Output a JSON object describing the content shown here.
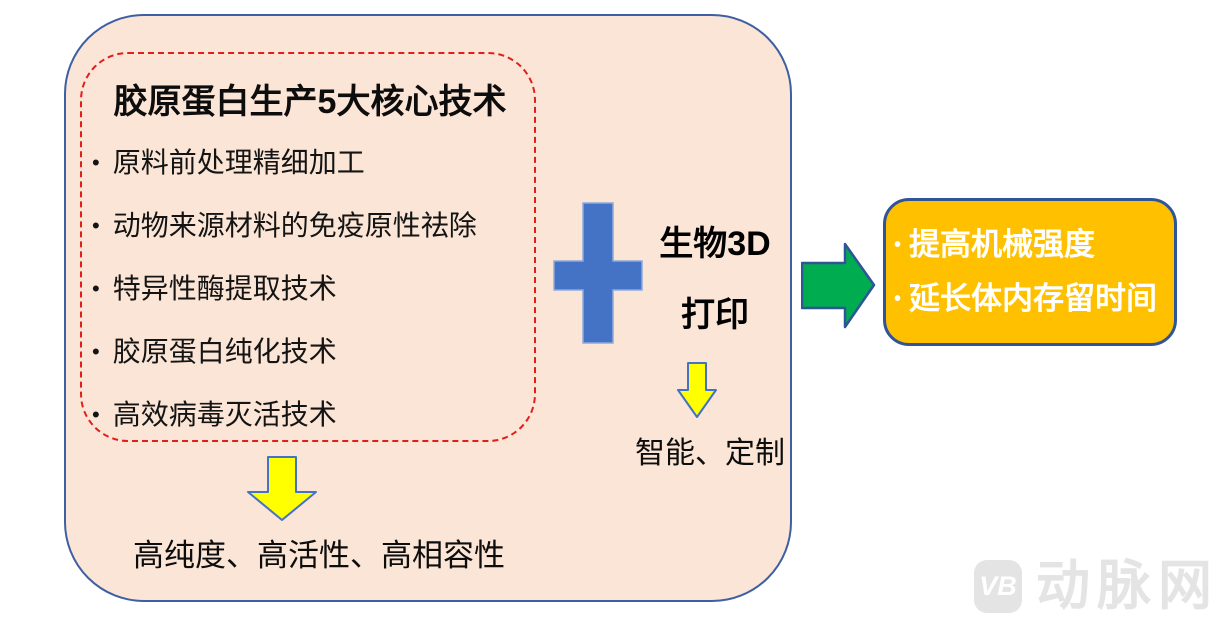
{
  "bullet_char": "•",
  "left_panel": {
    "title": "胶原蛋白生产5大核心技术",
    "bullets": [
      "原料前处理精细加工",
      "动物来源材料的免疫原性祛除",
      "特异性酶提取技术",
      "胶原蛋白纯化技术",
      "高效病毒灭活技术"
    ],
    "result": "高纯度、高活性、高相容性"
  },
  "center": {
    "bio3d_line1": "生物3D",
    "bio3d_line2": "打印",
    "result": "智能、定制"
  },
  "right_panel": {
    "bullets": [
      "提高机械强度",
      "延长体内存留时间"
    ]
  },
  "watermark": {
    "logo_text": "VB",
    "brand_text": "动脉网"
  },
  "icons": {
    "plus-icon": "+",
    "down-arrow-icon": "⬇",
    "right-arrow-icon": "➡"
  },
  "colors": {
    "panel_bg": "#FBE5D6",
    "panel_border": "#3E5FA3",
    "dashed_border": "#E01F1C",
    "plus_blue": "#4472C4",
    "arrow_yellow": "#FFFF00",
    "arrow_outline_blue": "#4472C4",
    "arrow_green": "#00AC50",
    "benefit_bg": "#FFC000",
    "benefit_border": "#2F5597",
    "benefit_text": "#FFFFFF",
    "watermark_gray": "#E4E4E4"
  }
}
